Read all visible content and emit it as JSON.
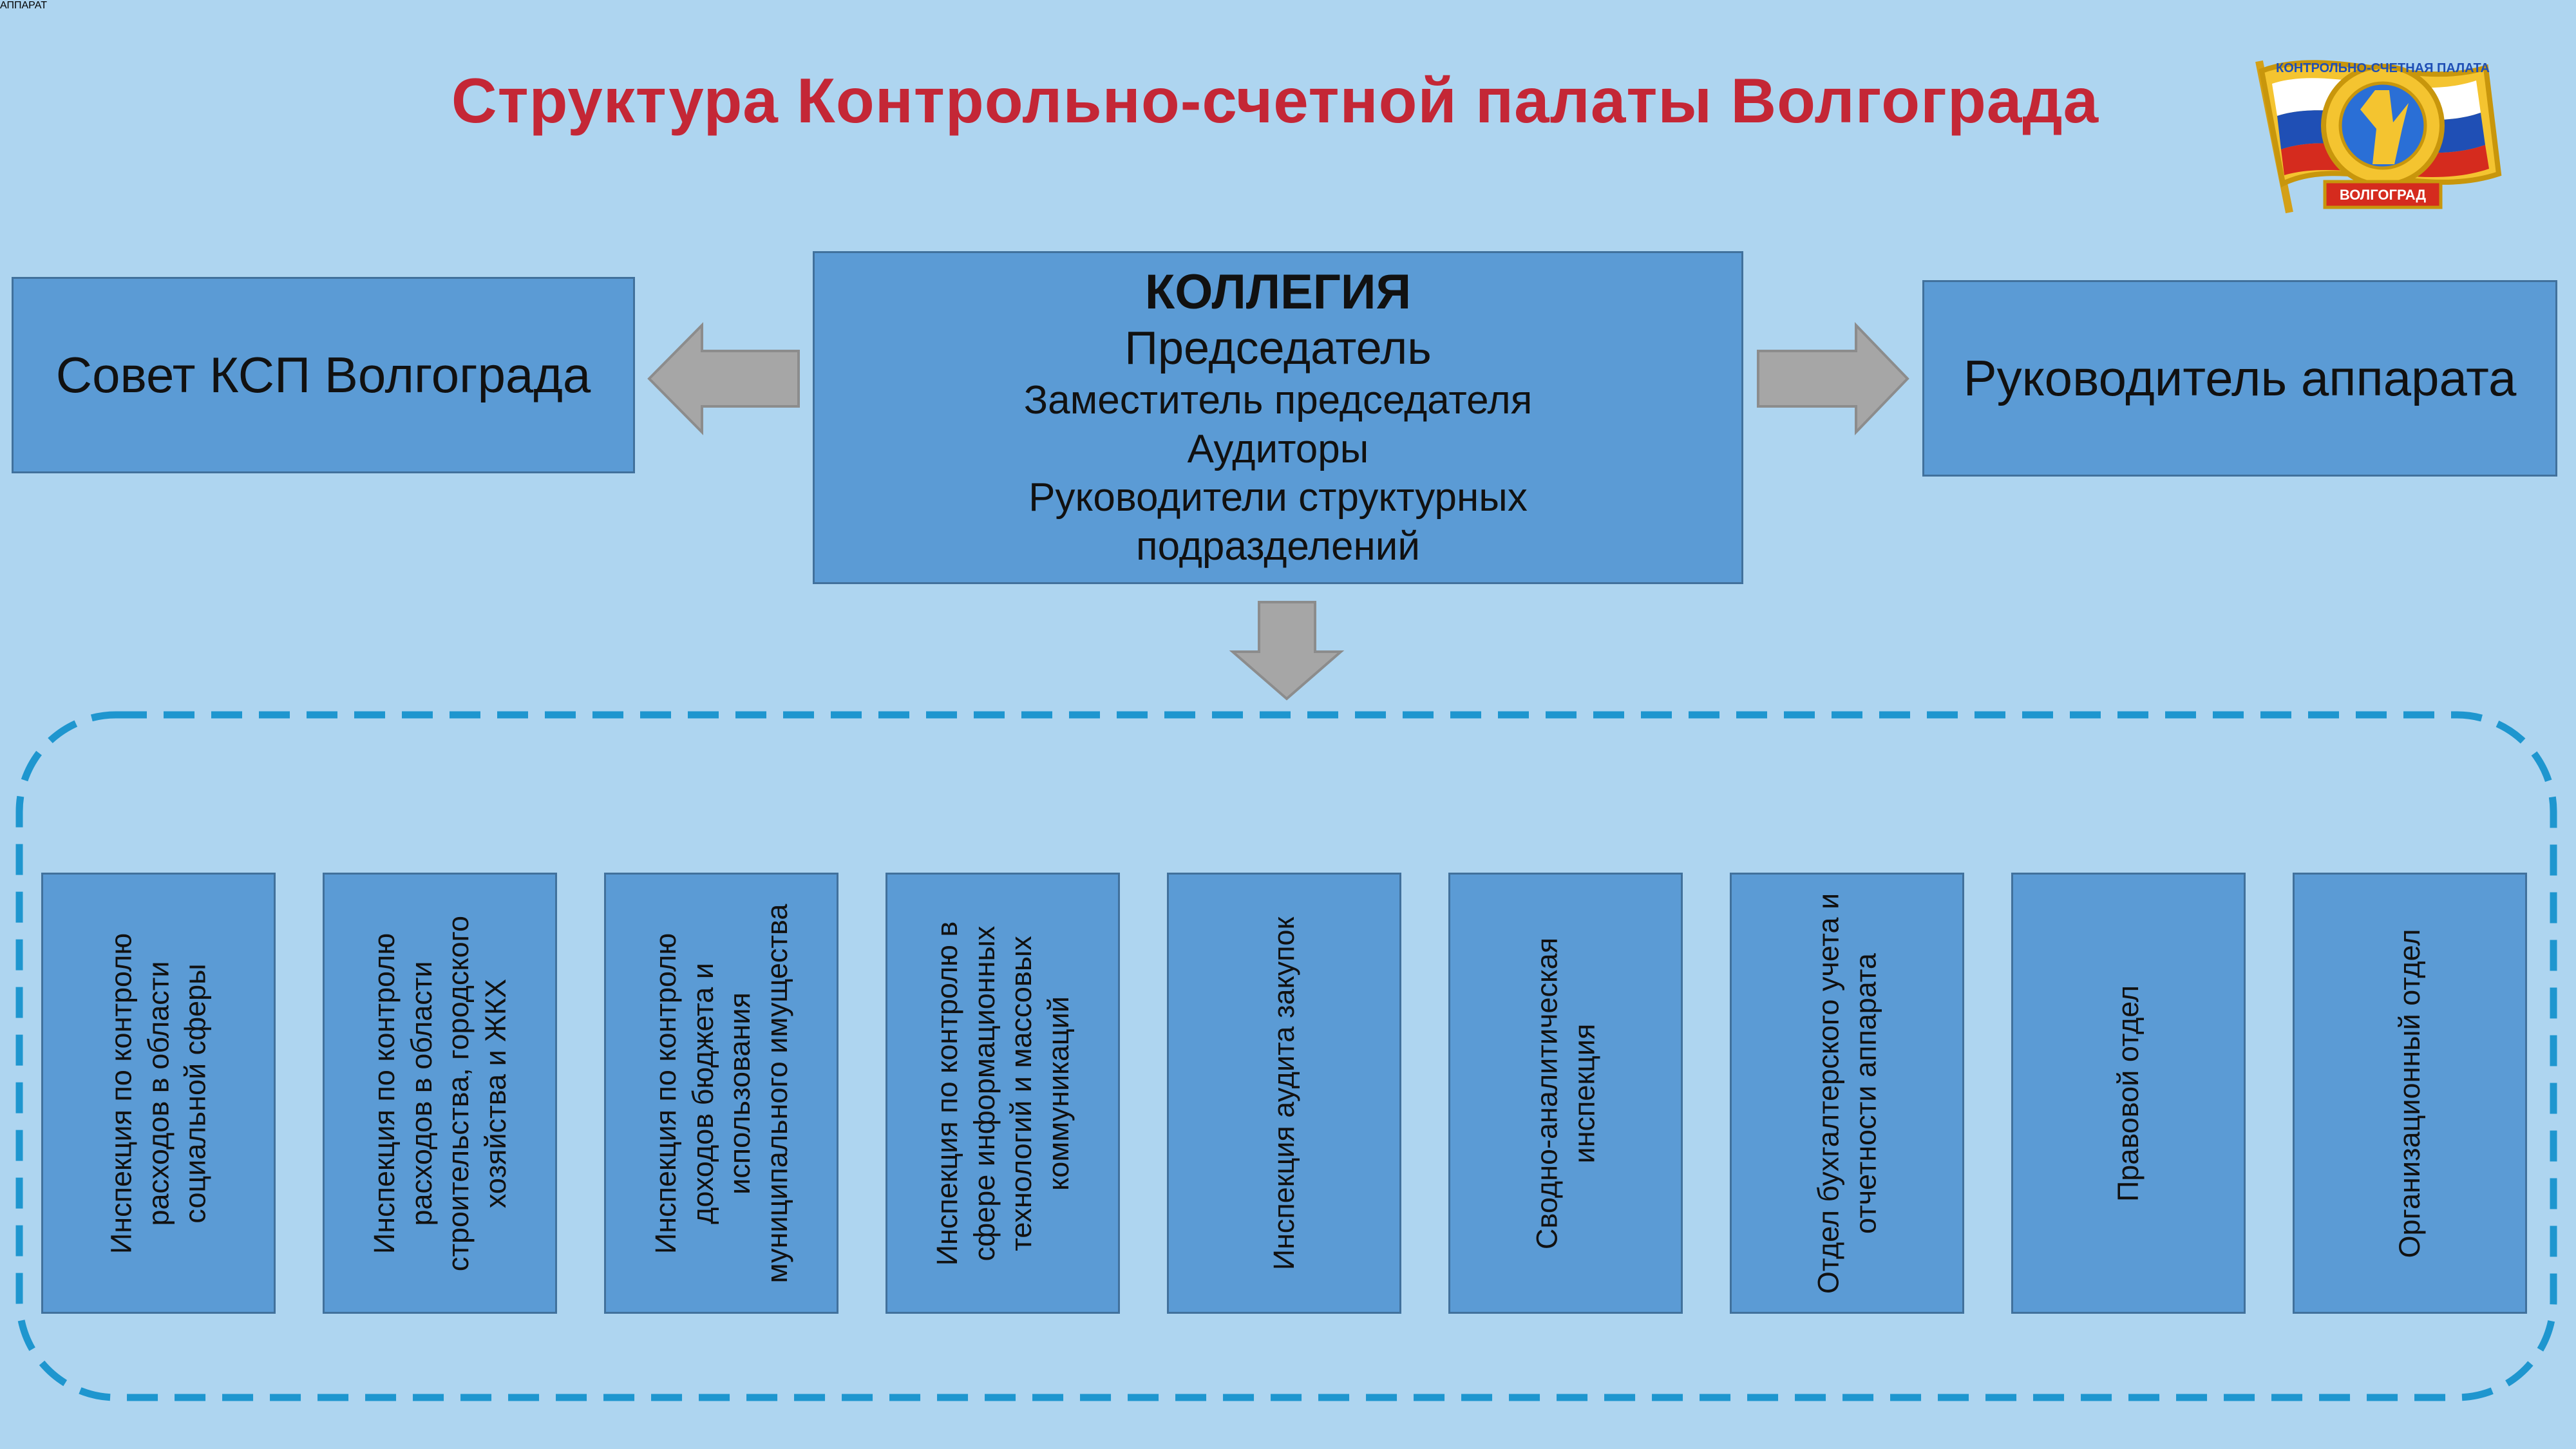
{
  "title": "Структура Контрольно-счетной палаты Волгограда",
  "logo": {
    "arc_text": "КОНТРОЛЬНО-СЧЕТНАЯ ПАЛАТА",
    "banner_text": "ВОЛГОГРАД"
  },
  "council": {
    "label": "Совет КСП Волгограда"
  },
  "collegium": {
    "heading": "КОЛЛЕГИЯ",
    "chairman": "Председатель",
    "lines": [
      "Заместитель председателя",
      "Аудиторы",
      "Руководители структурных",
      "подразделений"
    ]
  },
  "apparatus_head": {
    "label": "Руководитель аппарата"
  },
  "apparatus": {
    "title": "АППАРАТ",
    "departments": [
      "Инспекция по контролю расходов в области социальной сферы",
      "Инспекция по контролю расходов в области строительства, городского хозяйства и ЖКХ",
      "Инспекция по контролю доходов бюджета и использования муниципального имущества",
      "Инспекция по контролю в сфере информационных технологий и массовых коммуникаций",
      "Инспекция аудита закупок",
      "Сводно-аналитическая инспекция",
      "Отдел бухгалтерского учета и отчетности аппарата",
      "Правовой отдел",
      "Организационный отдел"
    ]
  },
  "colors": {
    "background": "#aed5f0",
    "box_fill": "#5b9bd5",
    "box_border": "#41719c",
    "title_red": "#c42736",
    "arrow_gray": "#a6a6a6",
    "dash_blue": "#1e96cf"
  }
}
